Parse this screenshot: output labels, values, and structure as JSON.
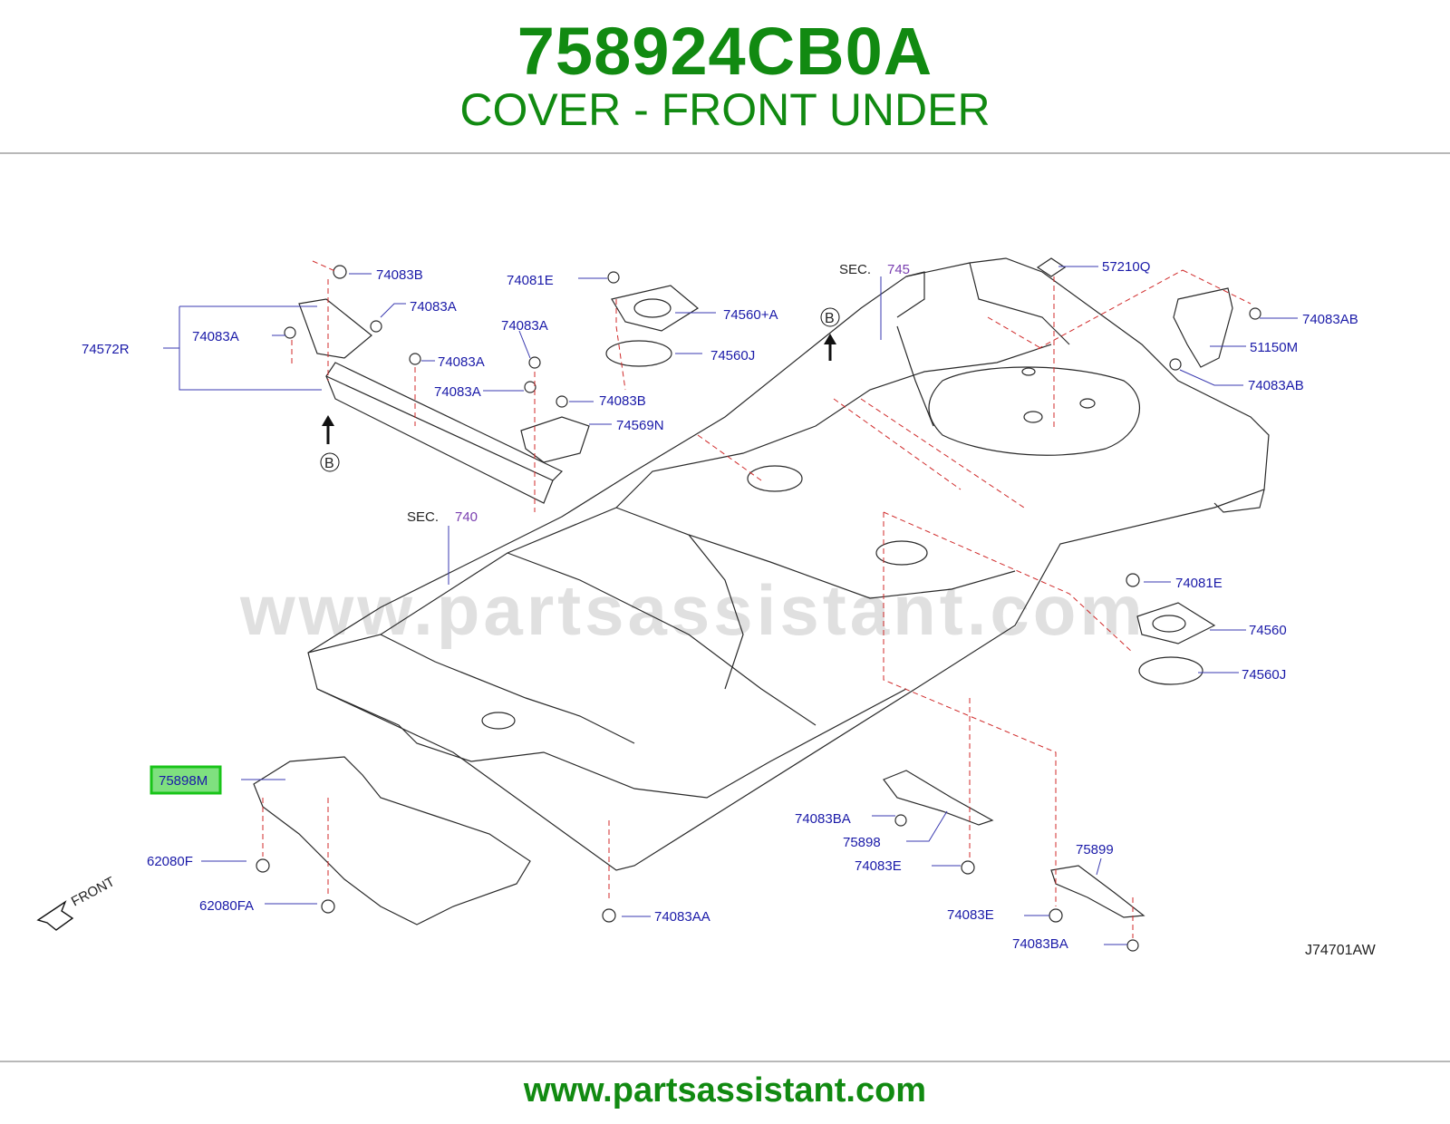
{
  "header": {
    "part_number": "758924CB0A",
    "part_name": "COVER - FRONT UNDER"
  },
  "footer": {
    "website": "www.partsassistant.com"
  },
  "watermark": "www.partsassistant.com",
  "diagram": {
    "drawing_code": "J74701AW",
    "front_label": "FRONT",
    "highlighted_part": "75898M",
    "sec_prefix": "SEC.",
    "sections": [
      "740",
      "745"
    ],
    "circle_label": "B",
    "labels": {
      "p74083B_top": "74083B",
      "p74083A_1": "74083A",
      "p74083A_2": "74083A",
      "p74572R": "74572R",
      "p74083A_3": "74083A",
      "p74081E_top": "74081E",
      "p74083A_4": "74083A",
      "p74083A_5": "74083A",
      "p74560A": "74560+A",
      "p74560J_top": "74560J",
      "p74083B_mid": "74083B",
      "p74569N": "74569N",
      "p57210Q": "57210Q",
      "p74083AB_1": "74083AB",
      "p51150M": "51150M",
      "p74083AB_2": "74083AB",
      "p74081E_right": "74081E",
      "p74560": "74560",
      "p74560J_right": "74560J",
      "p75898M": "75898M",
      "p62080F": "62080F",
      "p62080FA": "62080FA",
      "p74083AA": "74083AA",
      "p74083BA_1": "74083BA",
      "p75898": "75898",
      "p74083E_1": "74083E",
      "p75899": "75899",
      "p74083E_2": "74083E",
      "p74083BA_2": "74083BA"
    }
  },
  "colors": {
    "title_green": "#118a11",
    "label_blue": "#1a1aa8",
    "highlight_border": "#19c419",
    "highlight_fill": "#7fe07f",
    "dash_red": "#d02a2a"
  }
}
